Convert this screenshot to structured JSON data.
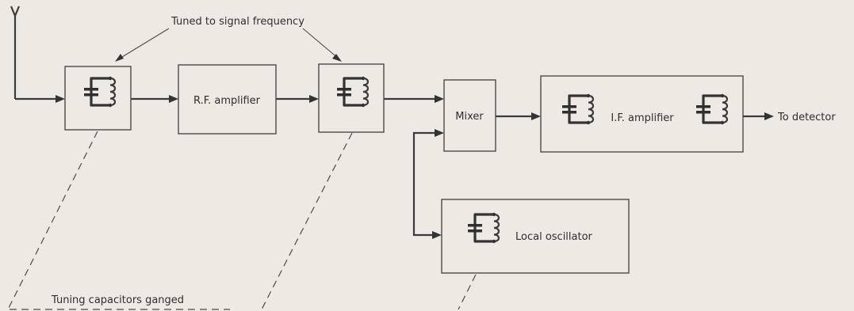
{
  "labels": {
    "tuned_note": "Tuned to signal frequency",
    "rf_amplifier": "R.F. amplifier",
    "mixer": "Mixer",
    "if_amplifier": "I.F. amplifier",
    "to_detector": "To detector",
    "local_oscillator": "Local oscillator",
    "ganged_note": "Tuning capacitors ganged"
  }
}
